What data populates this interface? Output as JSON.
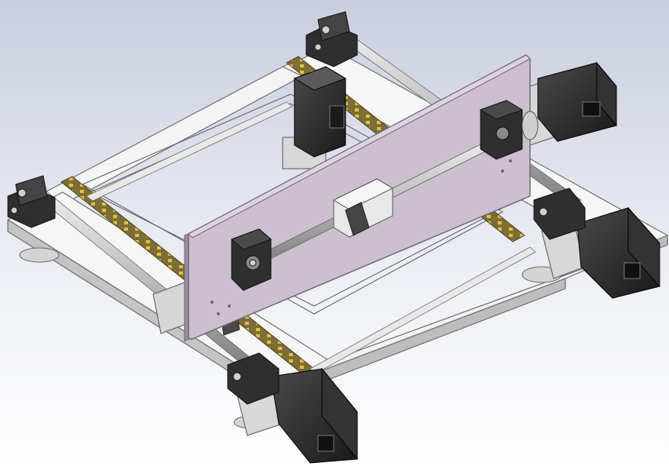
{
  "scene": {
    "view": "isometric-cad-assembly",
    "background_top": "#c9cedf",
    "background_bottom": "#ffffff",
    "colors": {
      "frame_plate": "#f4f4f4",
      "frame_edge": "#8c8c8c",
      "gantry_plate": "#ccbfcf",
      "gantry_plate_edge": "#6f6372",
      "rail": "#8a7a3a",
      "rail_dot": "#e0c044",
      "motor_body": "#2a2a2a",
      "bearing_block": "#3b3b3b",
      "shaft": "#bdbdbd",
      "flange": "#d8d8d8"
    },
    "components": [
      "frame-plate",
      "left-side-beam",
      "right-side-beam",
      "cross-rod-front",
      "cross-rod-back",
      "guide-rail-left",
      "guide-rail-back",
      "gantry-plate",
      "lead-screw",
      "carriage-block",
      "bearing-block-left",
      "bearing-block-right",
      "motor-top",
      "motor-right-back",
      "motor-right-front",
      "motor-bottom-front",
      "leveling-feet"
    ]
  }
}
